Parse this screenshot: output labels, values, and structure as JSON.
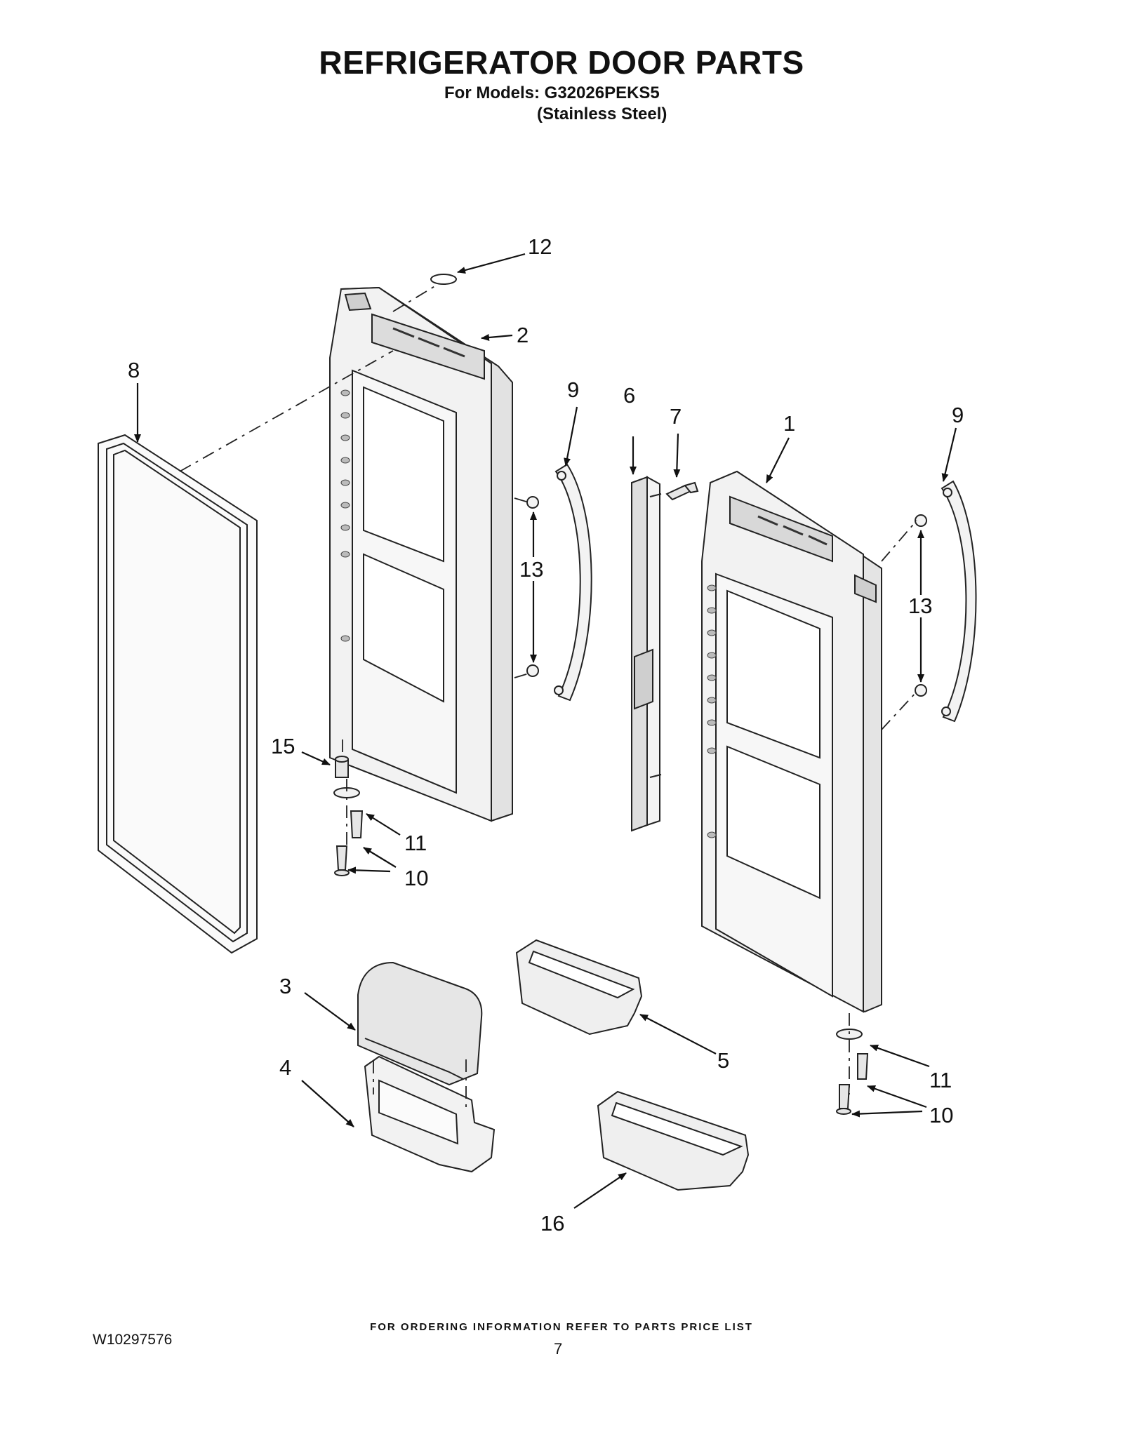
{
  "header": {
    "title": "REFRIGERATOR DOOR PARTS",
    "models_line": "For Models: G32026PEKS5",
    "finish_line": "(Stainless Steel)"
  },
  "callouts": {
    "c1": "1",
    "c2": "2",
    "c3": "3",
    "c4": "4",
    "c5": "5",
    "c6": "6",
    "c7": "7",
    "c8": "8",
    "c9a": "9",
    "c9b": "9",
    "c10a": "10",
    "c10b": "10",
    "c11a": "11",
    "c11b": "11",
    "c12": "12",
    "c13a": "13",
    "c13b": "13",
    "c15": "15",
    "c16": "16"
  },
  "footer": {
    "ordering_note": "FOR ORDERING INFORMATION REFER TO PARTS PRICE LIST",
    "document_id": "W10297576",
    "page_number": "7"
  }
}
